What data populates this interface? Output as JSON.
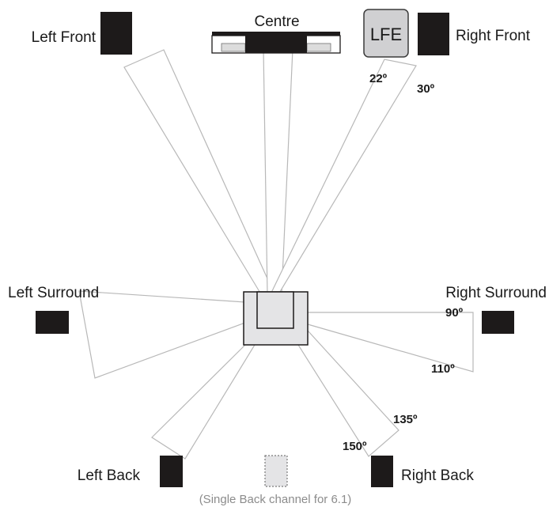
{
  "speakers": {
    "left_front": "Left Front",
    "centre": "Centre",
    "lfe": "LFE",
    "right_front": "Right Front",
    "left_surround": "Left Surround",
    "right_surround": "Right Surround",
    "left_back": "Left Back",
    "right_back": "Right Back"
  },
  "angles": {
    "a22": "22º",
    "a30": "30º",
    "a90": "90º",
    "a110": "110º",
    "a135": "135º",
    "a150": "150º"
  },
  "note": "(Single Back channel for 6.1)",
  "colors": {
    "speaker": "#1d1a1a",
    "wedge_stroke": "#b8b8b8",
    "listener_fill": "#e4e4e6",
    "lfe_fill": "#d0d0d2",
    "note_text": "#8c8c8c"
  }
}
